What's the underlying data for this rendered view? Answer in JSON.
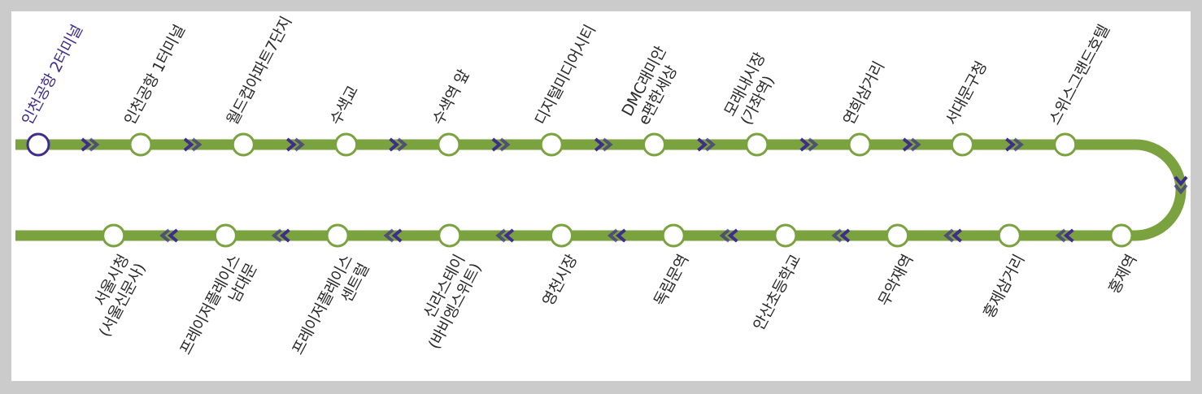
{
  "colors": {
    "route_line": "#7aa33f",
    "station_fill": "#ffffff",
    "station_stroke": "#7aa33f",
    "start_stroke": "#3f2c8c",
    "start_label": "#3f2c8c",
    "arrow": "#3f2c8c",
    "label": "#2a2a2a"
  },
  "top_stations": [
    {
      "lines": [
        "인천공항 2터미널"
      ],
      "start": true
    },
    {
      "lines": [
        "인천공항 1터미널"
      ]
    },
    {
      "lines": [
        "월드컵아파트7단지"
      ]
    },
    {
      "lines": [
        "수색교"
      ]
    },
    {
      "lines": [
        "수색역 앞"
      ]
    },
    {
      "lines": [
        "디지털미디어시티"
      ]
    },
    {
      "lines": [
        "DMC래미안",
        "e편한세상"
      ]
    },
    {
      "lines": [
        "모래내시장",
        "(가좌역)"
      ]
    },
    {
      "lines": [
        "연희삼거리"
      ]
    },
    {
      "lines": [
        "서대문구청"
      ]
    },
    {
      "lines": [
        "스위스그랜드호텔"
      ]
    }
  ],
  "bottom_stations": [
    {
      "lines": [
        "홍제역"
      ]
    },
    {
      "lines": [
        "홍제삼거리"
      ]
    },
    {
      "lines": [
        "무악재역"
      ]
    },
    {
      "lines": [
        "안산초등학교"
      ]
    },
    {
      "lines": [
        "독립문역"
      ]
    },
    {
      "lines": [
        "영천시장"
      ]
    },
    {
      "lines": [
        "신라스테이",
        "(바비엥스위트)"
      ]
    },
    {
      "lines": [
        "프레이저플레이스",
        "센트럴"
      ]
    },
    {
      "lines": [
        "프레이저플레이스",
        "남대문"
      ]
    },
    {
      "lines": [
        "서울시청",
        "(서울신문사)"
      ]
    }
  ]
}
